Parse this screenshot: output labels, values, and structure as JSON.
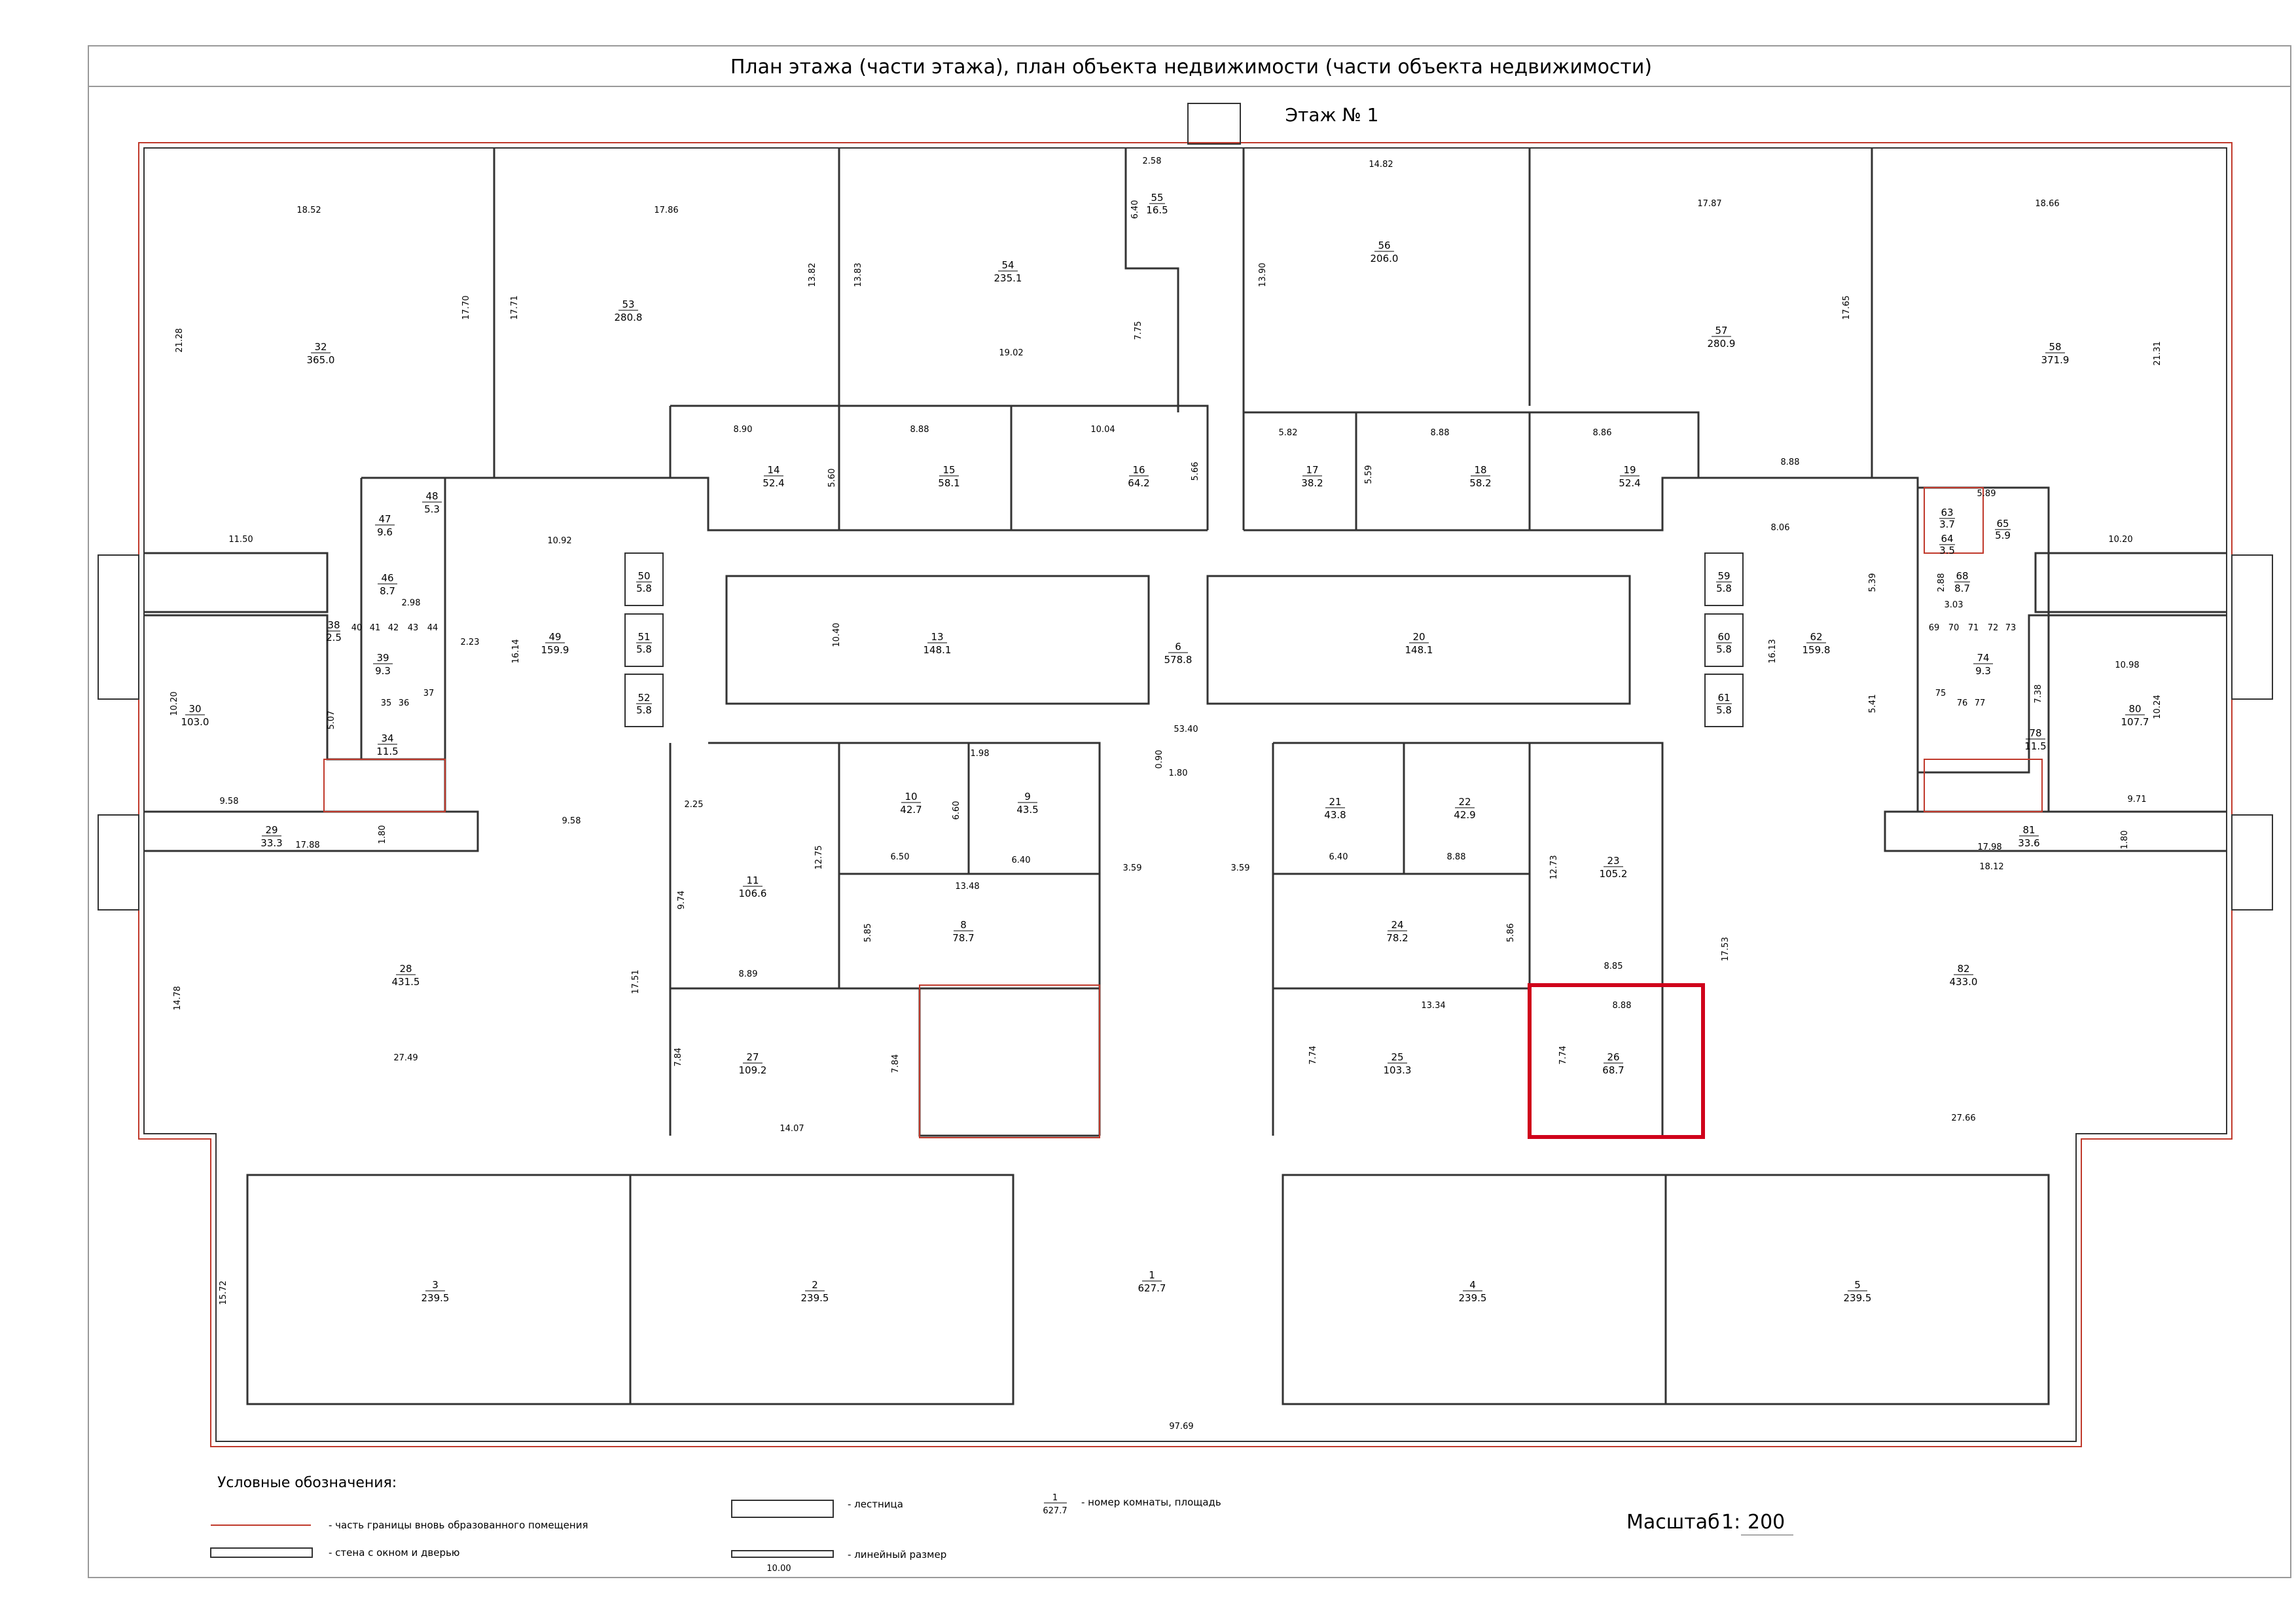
{
  "title": "План этажа (части этажа), план объекта недвижимости (части объекта недвижимости)",
  "floor": "Этаж № 1",
  "colors": {
    "boundary": "#c0392b",
    "wall": "#333333",
    "highlight": "#d0021b"
  },
  "rooms": [
    {
      "n": "1",
      "a": "627.7"
    },
    {
      "n": "2",
      "a": "239.5"
    },
    {
      "n": "3",
      "a": "239.5"
    },
    {
      "n": "4",
      "a": "239.5"
    },
    {
      "n": "5",
      "a": "239.5"
    },
    {
      "n": "6",
      "a": "578.8"
    },
    {
      "n": "8",
      "a": "78.7"
    },
    {
      "n": "9",
      "a": "43.5"
    },
    {
      "n": "10",
      "a": "42.7"
    },
    {
      "n": "11",
      "a": "106.6"
    },
    {
      "n": "13",
      "a": "148.1"
    },
    {
      "n": "14",
      "a": "52.4"
    },
    {
      "n": "15",
      "a": "58.1"
    },
    {
      "n": "16",
      "a": "64.2"
    },
    {
      "n": "17",
      "a": "38.2"
    },
    {
      "n": "18",
      "a": "58.2"
    },
    {
      "n": "19",
      "a": "52.4"
    },
    {
      "n": "20",
      "a": "148.1"
    },
    {
      "n": "21",
      "a": "43.8"
    },
    {
      "n": "22",
      "a": "42.9"
    },
    {
      "n": "23",
      "a": "105.2"
    },
    {
      "n": "24",
      "a": "78.2"
    },
    {
      "n": "25",
      "a": "103.3"
    },
    {
      "n": "26",
      "a": "68.7"
    },
    {
      "n": "27",
      "a": "109.2"
    },
    {
      "n": "28",
      "a": "431.5"
    },
    {
      "n": "29",
      "a": "33.3"
    },
    {
      "n": "30",
      "a": "103.0"
    },
    {
      "n": "32",
      "a": "365.0"
    },
    {
      "n": "34",
      "a": "11.5"
    },
    {
      "n": "38",
      "a": "2.5"
    },
    {
      "n": "39",
      "a": "9.3"
    },
    {
      "n": "46",
      "a": "8.7"
    },
    {
      "n": "47",
      "a": "9.6"
    },
    {
      "n": "48",
      "a": "5.3"
    },
    {
      "n": "49",
      "a": "159.9"
    },
    {
      "n": "50",
      "a": "5.8"
    },
    {
      "n": "51",
      "a": "5.8"
    },
    {
      "n": "52",
      "a": "5.8"
    },
    {
      "n": "53",
      "a": "280.8"
    },
    {
      "n": "54",
      "a": "235.1"
    },
    {
      "n": "55",
      "a": "16.5"
    },
    {
      "n": "56",
      "a": "206.0"
    },
    {
      "n": "57",
      "a": "280.9"
    },
    {
      "n": "58",
      "a": "371.9"
    },
    {
      "n": "59",
      "a": "5.8"
    },
    {
      "n": "60",
      "a": "5.8"
    },
    {
      "n": "61",
      "a": "5.8"
    },
    {
      "n": "62",
      "a": "159.8"
    },
    {
      "n": "63",
      "a": "3.7"
    },
    {
      "n": "64",
      "a": "3.5"
    },
    {
      "n": "65",
      "a": "5.9"
    },
    {
      "n": "68",
      "a": "8.7"
    },
    {
      "n": "74",
      "a": "9.3"
    },
    {
      "n": "78",
      "a": "11.5"
    },
    {
      "n": "80",
      "a": "107.7"
    },
    {
      "n": "81",
      "a": "33.6"
    },
    {
      "n": "82",
      "a": "433.0"
    }
  ],
  "small_rooms": [
    "35",
    "36",
    "37",
    "40",
    "41",
    "42",
    "43",
    "44",
    "69",
    "70",
    "71",
    "72",
    "73",
    "75",
    "76",
    "77"
  ],
  "dims": [
    "18.52",
    "17.86",
    "17.70",
    "17.71",
    "13.82",
    "13.83",
    "2.58",
    "6.40",
    "7.75",
    "19.02",
    "14.82",
    "13.90",
    "17.87",
    "17.65",
    "18.66",
    "21.28",
    "21.31",
    "8.90",
    "5.60",
    "8.88",
    "10.04",
    "5.66",
    "5.82",
    "5.59",
    "8.88",
    "8.86",
    "8.88",
    "11.50",
    "10.92",
    "2.98",
    "2.23",
    "16.14",
    "10.20",
    "5.07",
    "9.58",
    "1.80",
    "17.88",
    "10.40",
    "53.40",
    "0.90",
    "1.80",
    "3.59",
    "3.59",
    "2.25",
    "9.58",
    "9.74",
    "12.75",
    "6.50",
    "6.60",
    "6.40",
    "1.98",
    "13.48",
    "5.85",
    "8.89",
    "7.84",
    "7.84",
    "14.07",
    "17.51",
    "14.78",
    "27.49",
    "8.06",
    "5.39",
    "16.13",
    "5.41",
    "5.89",
    "10.20",
    "3.03",
    "2.88",
    "7.38",
    "10.98",
    "10.24",
    "9.71",
    "17.98",
    "1.80",
    "18.12",
    "6.40",
    "8.88",
    "12.73",
    "5.86",
    "8.85",
    "13.34",
    "8.88",
    "7.74",
    "7.74",
    "17.53",
    "27.66",
    "15.72",
    "97.69"
  ],
  "legend": {
    "heading": "Условные обозначения:",
    "boundary": "- часть границы вновь образованного помещения",
    "wall": "- стена с окном и дверью",
    "stair": "- лестница",
    "linear": "- линейный размер",
    "linear_val": "10.00",
    "room_num": "1",
    "room_area": "627.7",
    "room_label": "- номер комнаты, площадь"
  },
  "scale": {
    "label": "Масштаб",
    "ratio": "1:",
    "value": "200"
  }
}
